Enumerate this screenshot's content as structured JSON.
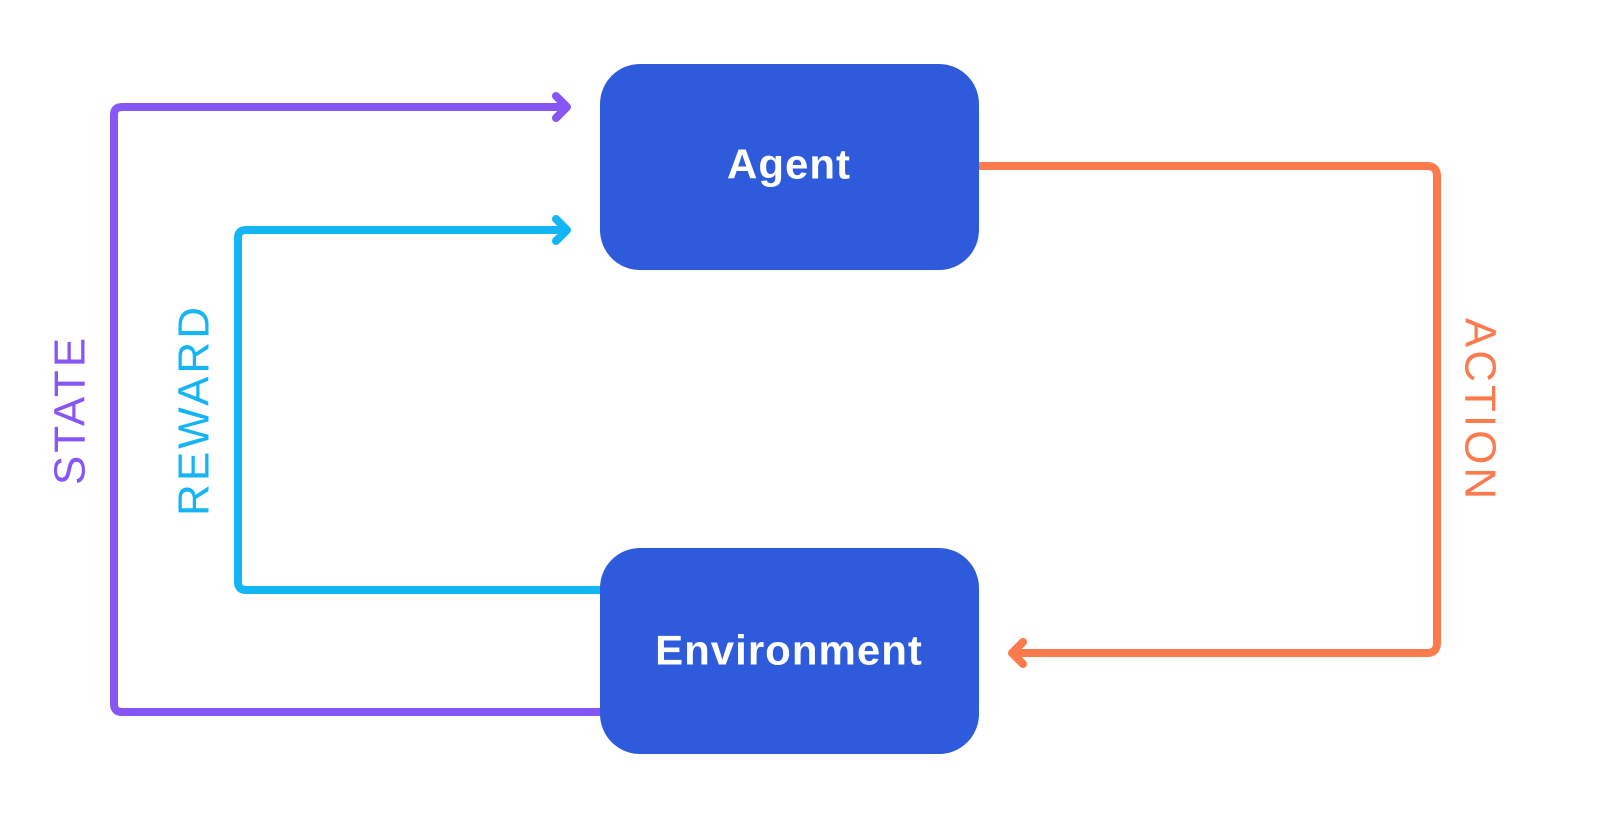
{
  "nodes": {
    "agent": {
      "label": "Agent"
    },
    "environment": {
      "label": "Environment"
    }
  },
  "edges": {
    "state": {
      "label": "STATE",
      "color": "#8657f5"
    },
    "reward": {
      "label": "REWARD",
      "color": "#14b5f5"
    },
    "action": {
      "label": "ACTION",
      "color": "#fb7b4d"
    }
  },
  "colors": {
    "node_fill": "#2d5bdb",
    "node_text": "#ffffff",
    "background": "#ffffff"
  }
}
